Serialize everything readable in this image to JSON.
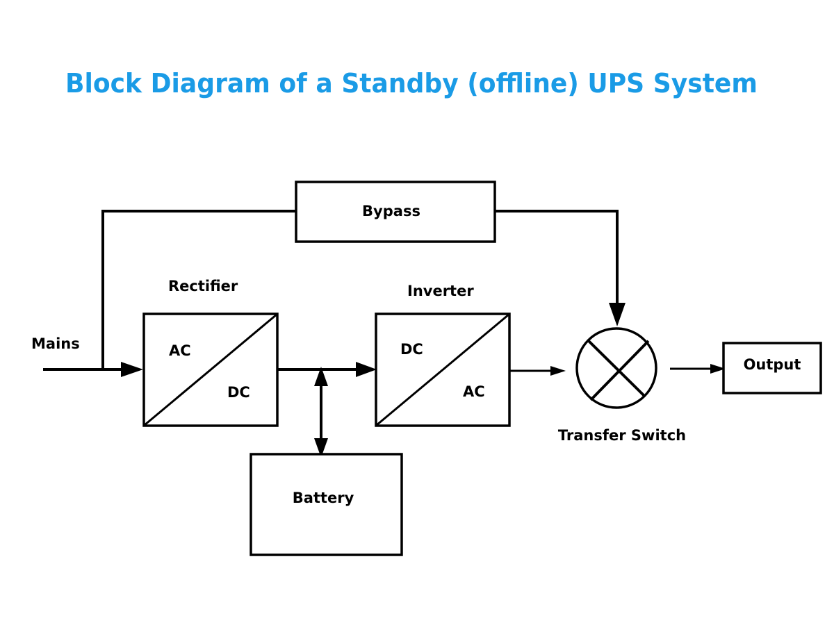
{
  "title": "Block Diagram of a Standby (offline) UPS System",
  "colors": {
    "title": "#1a9be6",
    "line": "#000000",
    "background": "#ffffff"
  },
  "labels": {
    "mains": "Mains",
    "bypass": "Bypass",
    "rectifier": "Rectifier",
    "rectifier_in": "AC",
    "rectifier_out": "DC",
    "inverter": "Inverter",
    "inverter_in": "DC",
    "inverter_out": "AC",
    "battery": "Battery",
    "transfer_switch": "Transfer Switch",
    "output": "Output"
  }
}
